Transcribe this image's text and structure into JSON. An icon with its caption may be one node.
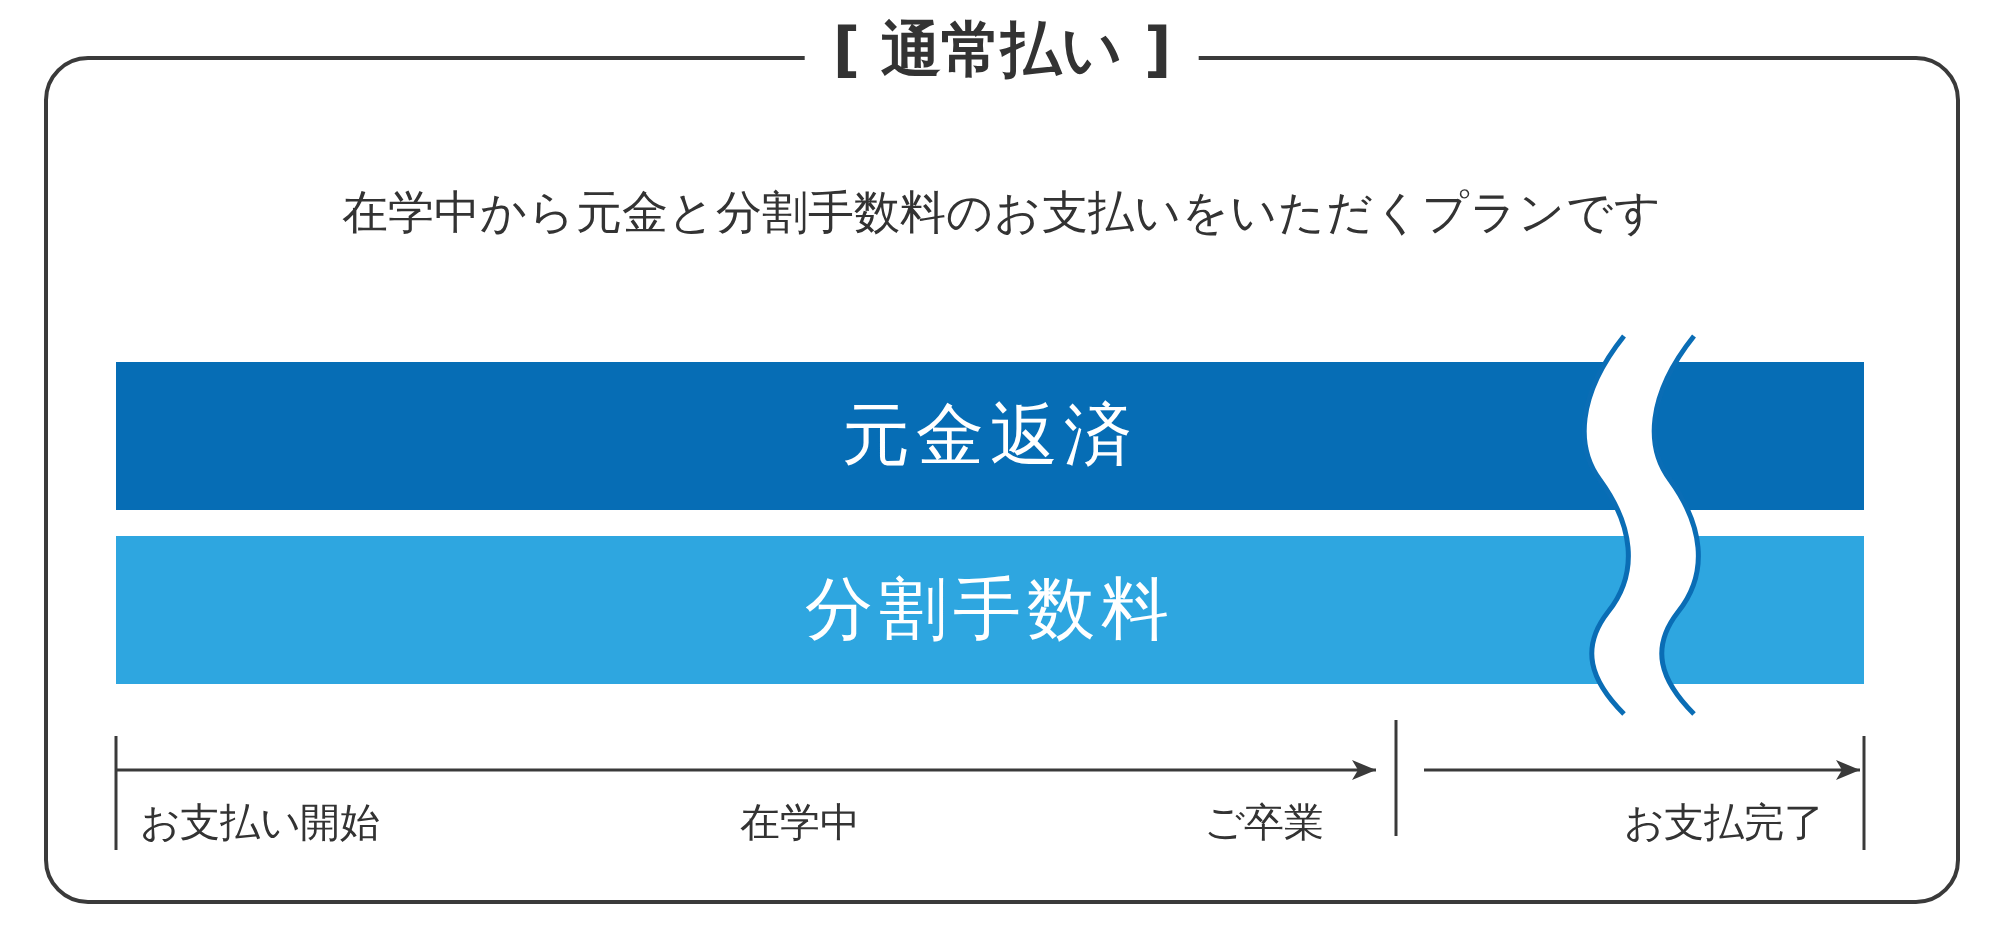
{
  "diagram": {
    "nodes": [
      {
        "text": [
          "[ 通常払い ]",
          "在学中から元金と分割手数料のお支払いをいただくプランです"
        ]
      },
      {
        "text": [
          "元金返済"
        ],
        "in": 0
      },
      {
        "text": [
          "分割手数料"
        ],
        "in": 0
      }
    ],
    "labels": [
      "お支払い開始",
      "在学中",
      "ご卒業",
      "お支払完了"
    ]
  }
}
